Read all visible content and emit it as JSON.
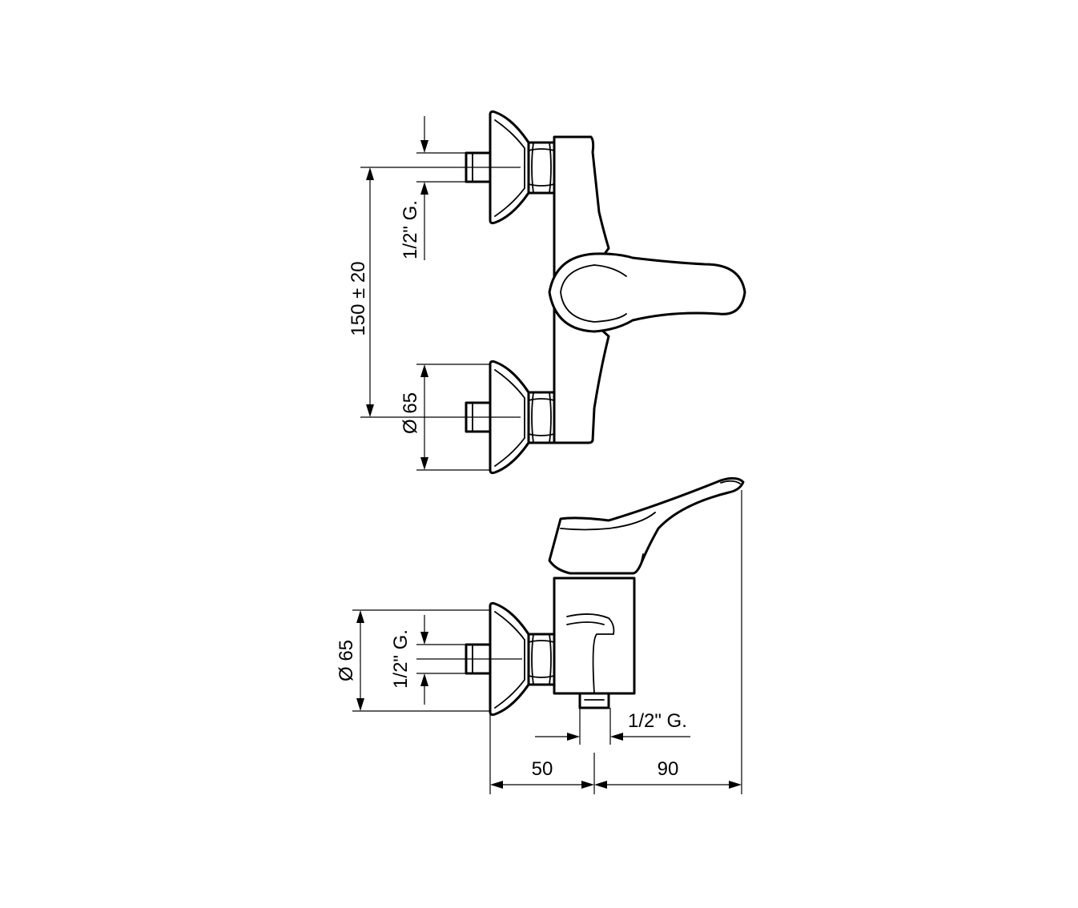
{
  "dimensions": {
    "top_half_inch_label": "1/2\" G.",
    "top_center_distance_label": "150 ± 20",
    "top_diameter_label": "Ø 65",
    "side_diameter_label": "Ø 65",
    "side_half_inch_label": "1/2\" G.",
    "outlet_half_inch_label": "1/2\" G.",
    "depth_50_label": "50",
    "depth_90_label": "90"
  }
}
